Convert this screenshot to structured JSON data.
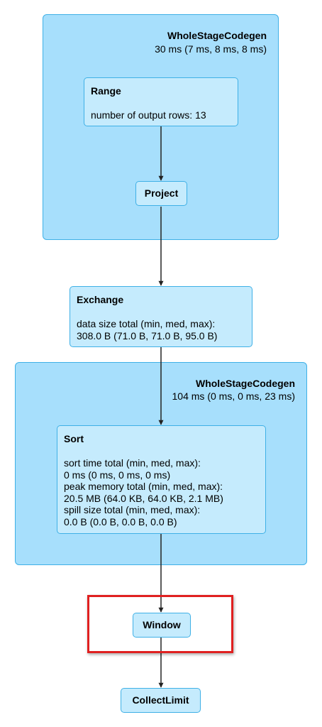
{
  "clusters": [
    {
      "title": "WholeStageCodegen",
      "metric": "30 ms (7 ms, 8 ms, 8 ms)"
    },
    {
      "title": "WholeStageCodegen",
      "metric": "104 ms (0 ms, 0 ms, 23 ms)"
    }
  ],
  "nodes": {
    "range": {
      "title": "Range",
      "lines": [
        "number of output rows: 13"
      ]
    },
    "project": {
      "title": "Project"
    },
    "exchange": {
      "title": "Exchange",
      "lines": [
        "data size total (min, med, max):",
        "308.0 B (71.0 B, 71.0 B, 95.0 B)"
      ]
    },
    "sort": {
      "title": "Sort",
      "lines": [
        "sort time total (min, med, max):",
        "0 ms (0 ms, 0 ms, 0 ms)",
        "peak memory total (min, med, max):",
        "20.5 MB (64.0 KB, 64.0 KB, 2.1 MB)",
        "spill size total (min, med, max):",
        "0.0 B (0.0 B, 0.0 B, 0.0 B)"
      ]
    },
    "window": {
      "title": "Window"
    },
    "collectlimit": {
      "title": "CollectLimit"
    }
  },
  "colors": {
    "cluster_fill": "#a7dffc",
    "node_fill": "#c5ebfd",
    "border": "#3fb0e6",
    "edge": "#222222",
    "highlight": "#e02020"
  }
}
